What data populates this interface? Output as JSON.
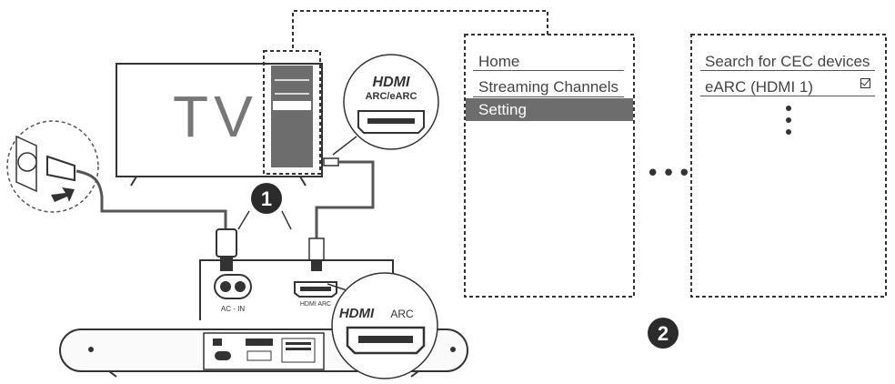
{
  "tv": {
    "label": "TV"
  },
  "hdmi_callout_top": {
    "logo": "HDMI",
    "label": "ARC/eARC"
  },
  "hdmi_callout_bottom": {
    "logo": "HDMI",
    "label": "ARC"
  },
  "soundbar_panel": {
    "ac_in_label": "AC - IN",
    "hdmi_arc_label": "HDMI ARC"
  },
  "steps": {
    "step1": "1",
    "step2": "2"
  },
  "menu_main": {
    "items": [
      "Home",
      "Streaming Channels",
      "Setting"
    ],
    "selected_index": 2
  },
  "menu_sub": {
    "items": [
      "Search for CEC devices",
      "eARC (HDMI 1)"
    ],
    "earc_checked": true
  },
  "between_menus": "•••",
  "colors": {
    "line": "#333333",
    "selected_bg": "#6d6d6d",
    "badge": "#2b2b2b"
  }
}
